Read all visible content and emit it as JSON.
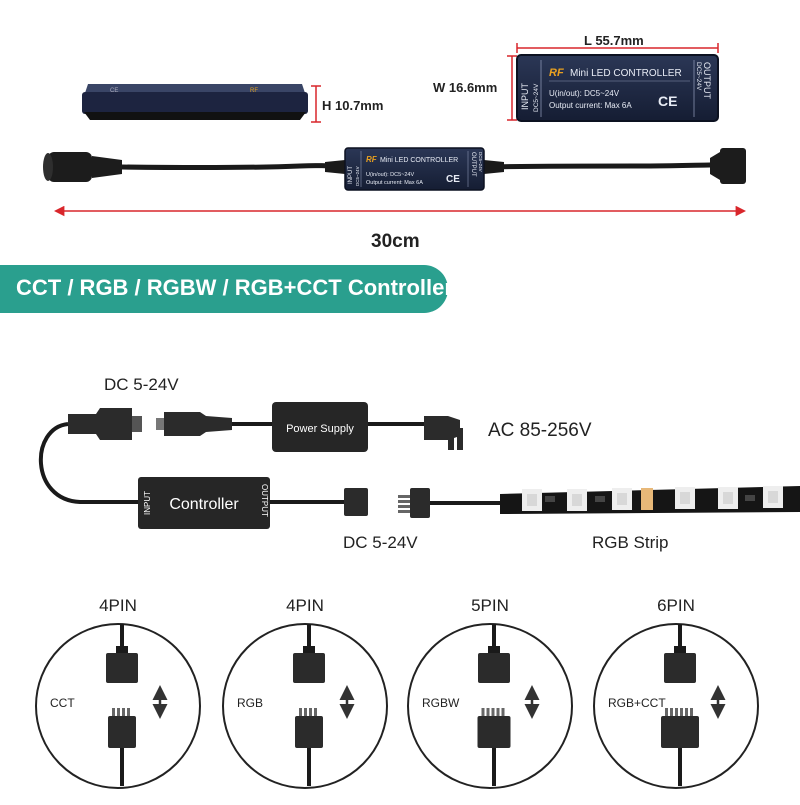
{
  "dimensions": {
    "length": "L 55.7mm",
    "width": "W 16.6mm",
    "height": "H 10.7mm",
    "cable_length": "30cm"
  },
  "device": {
    "rf_logo": "RF",
    "brand_label": "Mini LED CONTROLLER",
    "input_label": "INPUT",
    "input_voltage": "DC5~24V",
    "output_label": "OUTPUT",
    "output_voltage": "DC5~24V",
    "spec_voltage": "U(in/out): DC5~24V",
    "spec_current": "Output current: Max 6A",
    "ce_mark": "CE"
  },
  "banner": {
    "title": "CCT / RGB / RGBW / RGB+CCT Controller"
  },
  "wiring": {
    "dc_top": "DC 5-24V",
    "power_supply": "Power Supply",
    "ac_label": "AC 85-256V",
    "controller": "Controller",
    "controller_input": "INPUT",
    "controller_output": "OUTPUT",
    "dc_bottom": "DC 5-24V",
    "strip_label": "RGB Strip"
  },
  "pins": [
    {
      "count": "4PIN",
      "type": "CCT",
      "pins": 4
    },
    {
      "count": "4PIN",
      "type": "RGB",
      "pins": 4
    },
    {
      "count": "5PIN",
      "type": "RGBW",
      "pins": 5
    },
    {
      "count": "6PIN",
      "type": "RGB+CCT",
      "pins": 6
    }
  ],
  "colors": {
    "accent": "#2a9f8e",
    "device_body": "#1f2a44",
    "arrow_red": "#d9262b",
    "dark": "#2b2b2b"
  }
}
